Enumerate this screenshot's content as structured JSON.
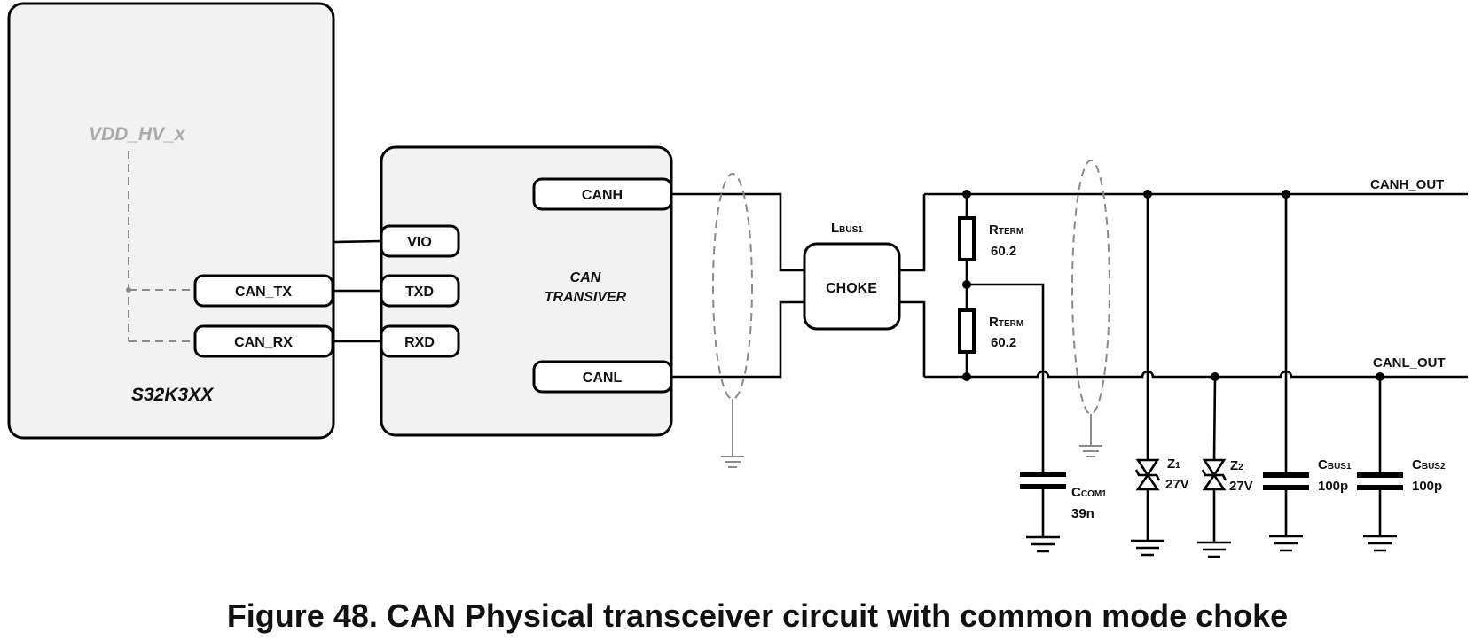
{
  "mcu": {
    "name": "S32K3XX",
    "supply": "VDD_HV_x",
    "pin_tx": "CAN_TX",
    "pin_rx": "CAN_RX"
  },
  "transceiver": {
    "name_line1": "CAN",
    "name_line2": "TRANSIVER",
    "pin_vio": "VIO",
    "pin_txd": "TXD",
    "pin_rxd": "RXD",
    "pin_canh": "CANH",
    "pin_canl": "CANL"
  },
  "choke": {
    "ref_main": "L",
    "ref_sub": "BUS1",
    "label": "CHOKE"
  },
  "rterm1": {
    "ref_main": "R",
    "ref_sub": "TERM",
    "value": "60.2"
  },
  "rterm2": {
    "ref_main": "R",
    "ref_sub": "TERM",
    "value": "60.2"
  },
  "ccom1": {
    "ref_main": "C",
    "ref_sub": "COM1",
    "value": "39n"
  },
  "z1": {
    "ref_main": "Z",
    "ref_sub": "1",
    "value": "27V"
  },
  "z2": {
    "ref_main": "Z",
    "ref_sub": "2",
    "value": "27V"
  },
  "cbus1": {
    "ref_main": "C",
    "ref_sub": "BUS1",
    "value": "100p"
  },
  "cbus2": {
    "ref_main": "C",
    "ref_sub": "BUS2",
    "value": "100p"
  },
  "outputs": {
    "canh": "CANH_OUT",
    "canl": "CANL_OUT"
  },
  "caption": "Figure 48. CAN Physical transceiver circuit with common mode choke"
}
